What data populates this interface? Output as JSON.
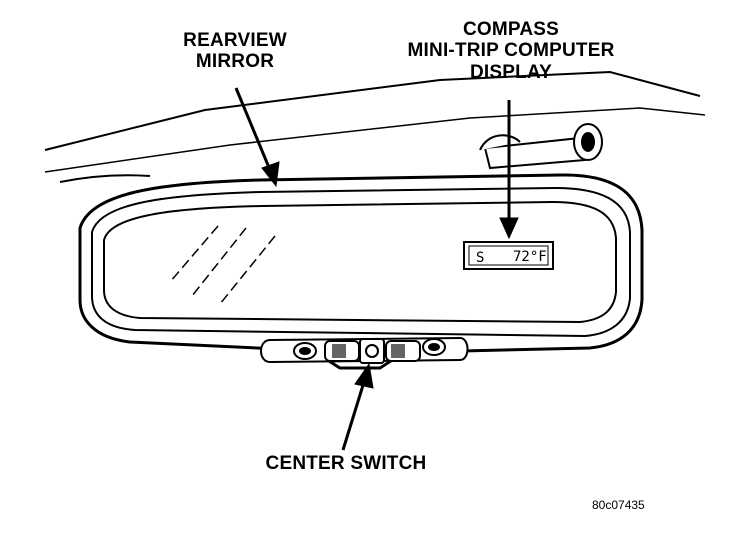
{
  "labels": {
    "rearview_mirror": [
      "REARVIEW",
      "MIRROR"
    ],
    "compass_display": [
      "COMPASS",
      "MINI-TRIP COMPUTER",
      "DISPLAY"
    ],
    "center_switch": "CENTER SWITCH"
  },
  "display": {
    "direction": "S",
    "temperature": "72°F"
  },
  "figure_code": "80c07435",
  "colors": {
    "ink": "#000000",
    "paper": "#ffffff",
    "bezel": "#e6e6e6"
  }
}
